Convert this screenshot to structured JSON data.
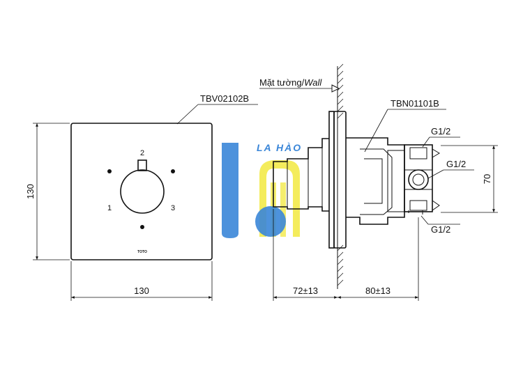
{
  "front_view": {
    "cover_code": "TBV02102B",
    "width_dim": "130",
    "height_dim": "130",
    "positions": [
      "1",
      "2",
      "3"
    ],
    "brand_mark": "TOTO"
  },
  "side_view": {
    "wall_label_prefix": "Mặt tường/",
    "wall_label_italic": "Wall",
    "body_code": "TBN01101B",
    "outlet_top": "G1/2",
    "outlet_mid": "G1/2",
    "outlet_bottom": "G1/2",
    "depth_front_dim": "72±13",
    "depth_back_dim": "80±13",
    "height_dim": "70"
  },
  "watermark": {
    "text": "LA HÀO",
    "colors": {
      "blue": "#3a86d8",
      "yellow": "#f3ea4a"
    }
  }
}
